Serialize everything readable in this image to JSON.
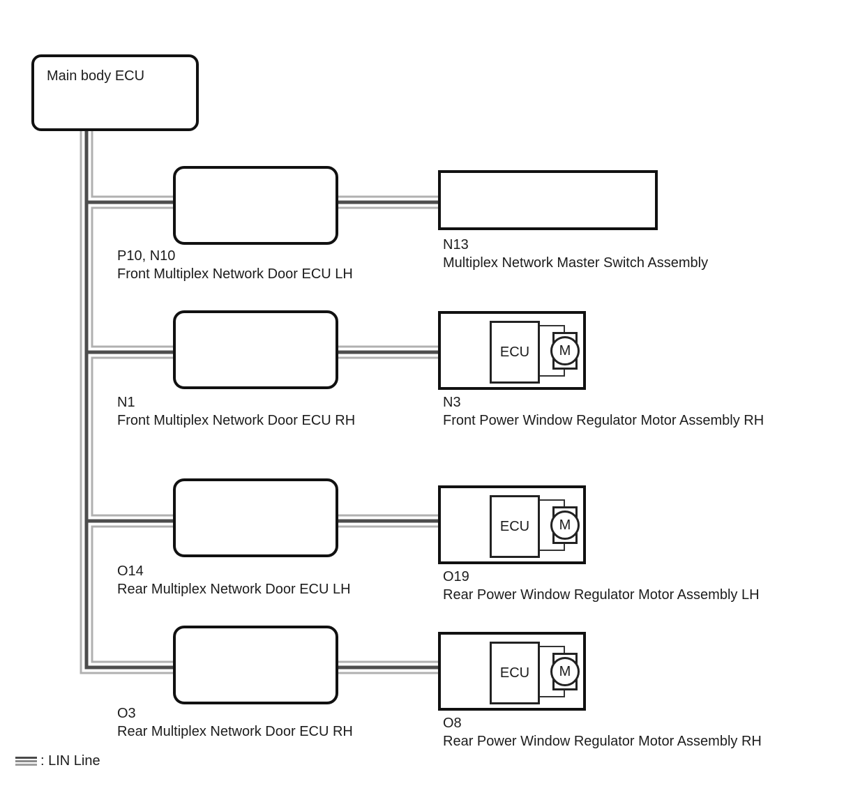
{
  "diagram": {
    "title_node": {
      "label": "Main body ECU"
    },
    "rows": [
      {
        "left": {
          "code": "P10, N10",
          "name": "Front Multiplex Network Door ECU LH"
        },
        "right": {
          "code": "N13",
          "name": "Multiplex Network Master Switch Assembly",
          "kind": "switch"
        }
      },
      {
        "left": {
          "code": "N1",
          "name": "Front Multiplex Network Door ECU RH"
        },
        "right": {
          "code": "N3",
          "name": "Front Power Window Regulator Motor Assembly RH",
          "kind": "motor"
        }
      },
      {
        "left": {
          "code": "O14",
          "name": "Rear Multiplex Network Door ECU LH"
        },
        "right": {
          "code": "O19",
          "name": "Rear Power Window Regulator Motor Assembly LH",
          "kind": "motor"
        }
      },
      {
        "left": {
          "code": "O3",
          "name": "Rear Multiplex Network Door ECU RH"
        },
        "right": {
          "code": "O8",
          "name": "Rear Power Window Regulator Motor Assembly RH",
          "kind": "motor"
        }
      }
    ],
    "motor_unit": {
      "ecu_label": "ECU",
      "motor_label": "M"
    },
    "legend": {
      "label": ": LIN Line",
      "symbol": "lin-triple-line"
    },
    "colors": {
      "line_dark": "#4d4d4d",
      "line_gray": "#b0b0b0",
      "box_border": "#111111",
      "background": "#ffffff"
    }
  }
}
